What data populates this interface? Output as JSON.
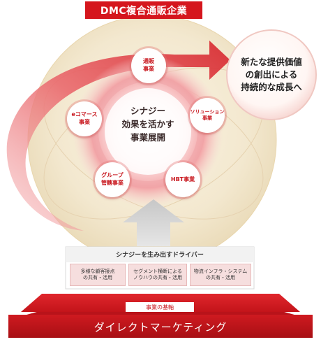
{
  "title": "DMC複合通販企業",
  "core": {
    "lines": [
      "シナジー",
      "効果を活かす",
      "事業展開"
    ]
  },
  "goal": {
    "lines": [
      "新たな提供価値",
      "の創出による",
      "持続的な成長へ"
    ]
  },
  "businesses": [
    {
      "lines": [
        "通販",
        "事業"
      ]
    },
    {
      "lines": [
        "ソリューション",
        "事業"
      ]
    },
    {
      "lines": [
        "HBT事業"
      ]
    },
    {
      "lines": [
        "グループ",
        "管轄事業"
      ]
    },
    {
      "lines": [
        "eコマース",
        "事業"
      ]
    }
  ],
  "drivers": {
    "title": "シナジーを生み出すドライバー",
    "items": [
      {
        "lines": [
          "多様な顧客接点",
          "の共有・活用"
        ]
      },
      {
        "lines": [
          "セグメント横断による",
          "ノウハウの共有・活用"
        ]
      },
      {
        "lines": [
          "物流インフラ・システム",
          "の共有・活用"
        ]
      }
    ]
  },
  "foundation": {
    "label": "事業の基軸",
    "main": "ダイレクトマーケティング"
  },
  "colors": {
    "brand_red": "#d5161d",
    "cream": "#f3ead3",
    "pink": "#f6dede"
  }
}
